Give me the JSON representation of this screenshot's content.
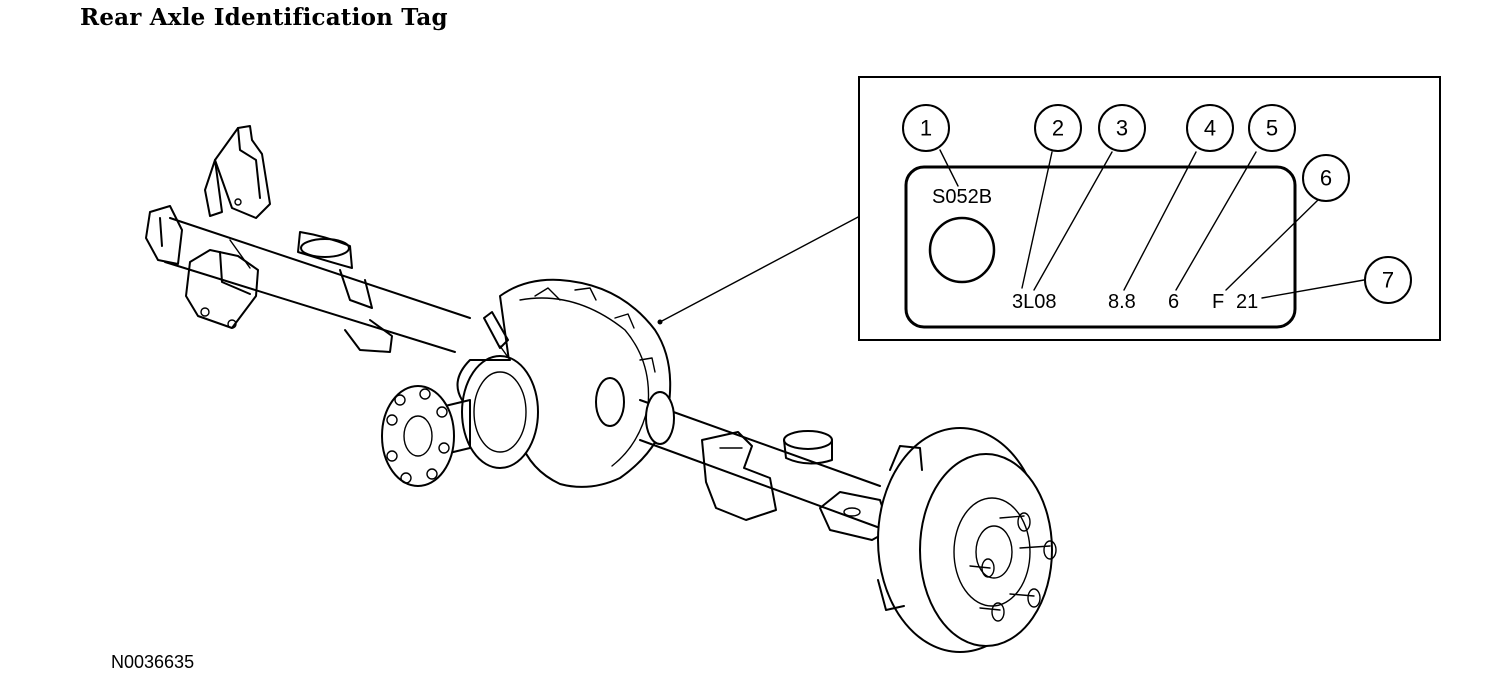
{
  "title": "Rear Axle Identification Tag",
  "figure_code": "N0036635",
  "tag": {
    "code": "S052B",
    "plant_code": "3L08",
    "ring_gear_size": "8.8",
    "shift": "6",
    "traction": "F",
    "ratio": "21"
  },
  "callouts": [
    "1",
    "2",
    "3",
    "4",
    "5",
    "6",
    "7"
  ]
}
